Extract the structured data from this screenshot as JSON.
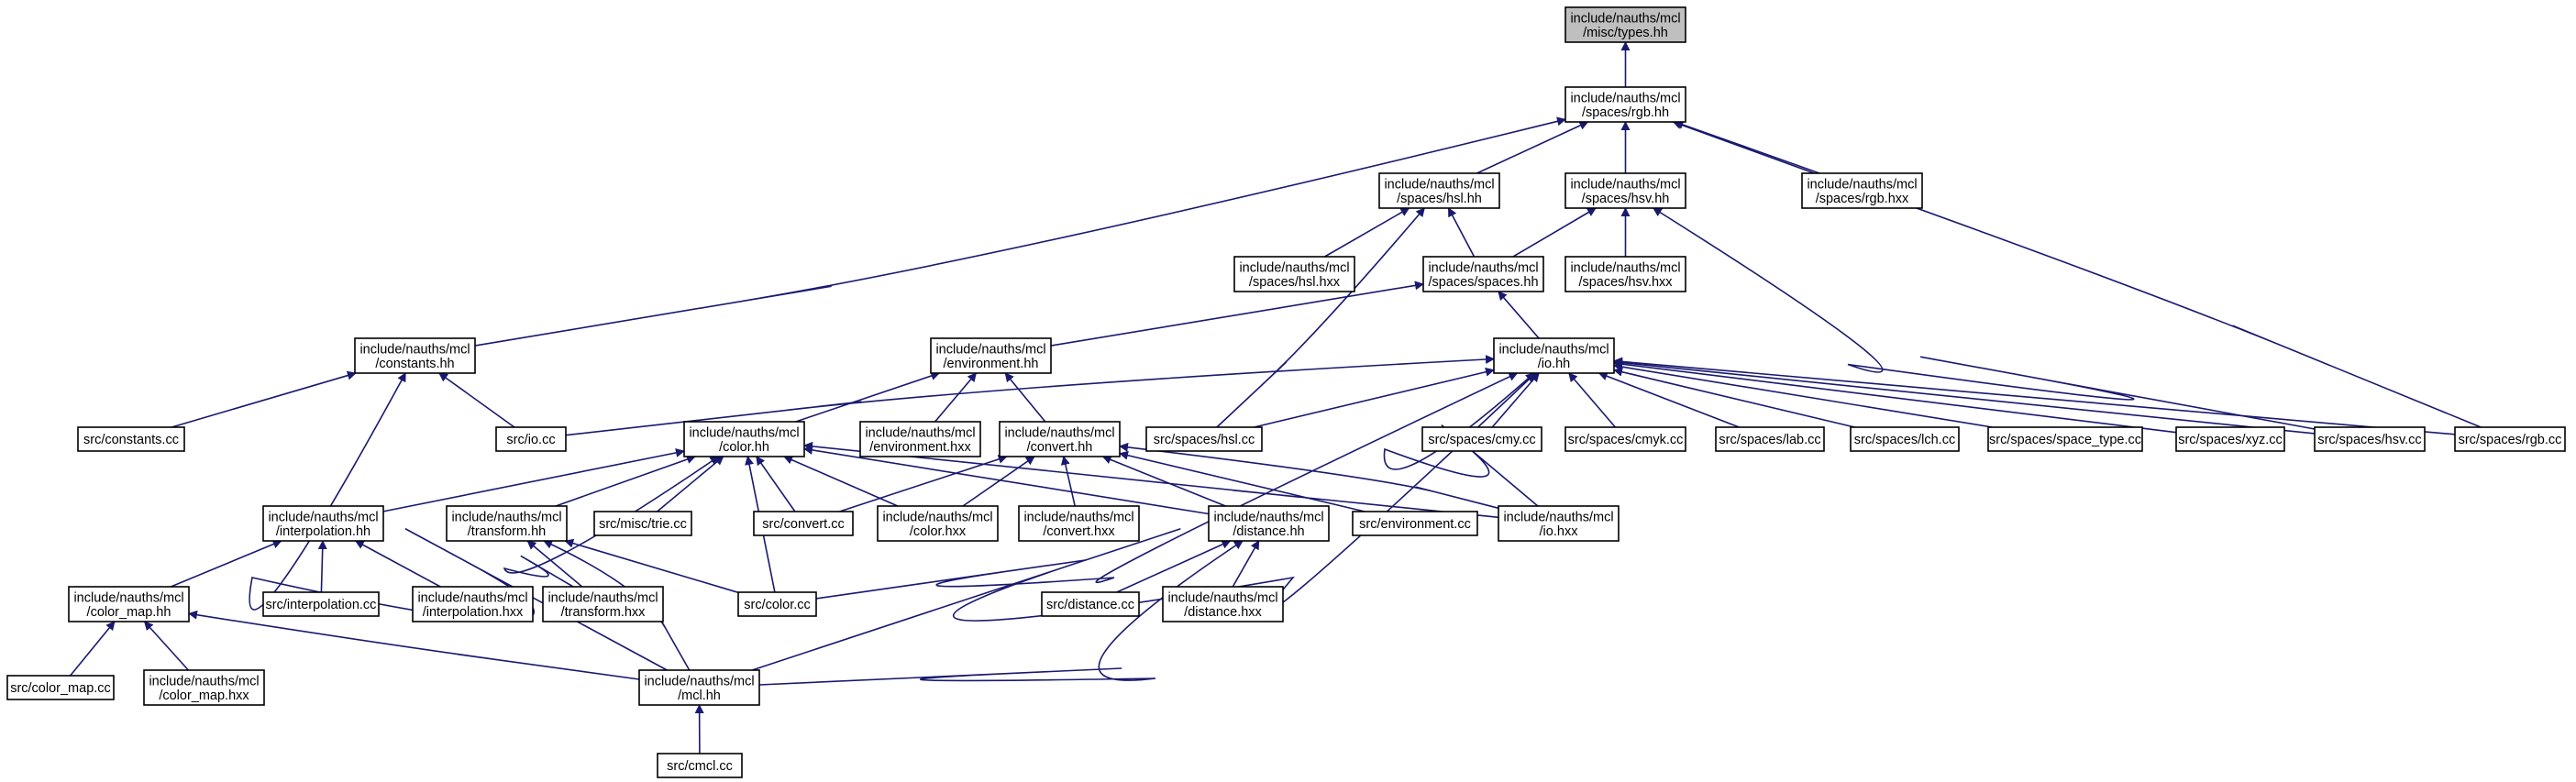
{
  "colors": {
    "edge": "#191970",
    "node_fill": "#ffffff",
    "node_border": "#000000",
    "root_fill": "#bfbfbf"
  },
  "nodes": [
    {
      "id": "types",
      "lines": [
        "include/nauths/mcl",
        "/misc/types.hh"
      ],
      "highlight": true
    },
    {
      "id": "rgb_hh",
      "lines": [
        "include/nauths/mcl",
        "/spaces/rgb.hh"
      ]
    },
    {
      "id": "hsl_hh",
      "lines": [
        "include/nauths/mcl",
        "/spaces/hsl.hh"
      ]
    },
    {
      "id": "hsv_hh",
      "lines": [
        "include/nauths/mcl",
        "/spaces/hsv.hh"
      ]
    },
    {
      "id": "rgb_hxx",
      "lines": [
        "include/nauths/mcl",
        "/spaces/rgb.hxx"
      ]
    },
    {
      "id": "hsl_hxx",
      "lines": [
        "include/nauths/mcl",
        "/spaces/hsl.hxx"
      ]
    },
    {
      "id": "spaces_hh",
      "lines": [
        "include/nauths/mcl",
        "/spaces/spaces.hh"
      ]
    },
    {
      "id": "hsv_hxx",
      "lines": [
        "include/nauths/mcl",
        "/spaces/hsv.hxx"
      ]
    },
    {
      "id": "constants_hh",
      "lines": [
        "include/nauths/mcl",
        "/constants.hh"
      ]
    },
    {
      "id": "environment_hh",
      "lines": [
        "include/nauths/mcl",
        "/environment.hh"
      ]
    },
    {
      "id": "io_hh",
      "lines": [
        "include/nauths/mcl",
        "/io.hh"
      ]
    },
    {
      "id": "constants_cc",
      "lines": [
        "src/constants.cc"
      ]
    },
    {
      "id": "io_cc",
      "lines": [
        "src/io.cc"
      ]
    },
    {
      "id": "color_hh",
      "lines": [
        "include/nauths/mcl",
        "/color.hh"
      ]
    },
    {
      "id": "environment_hxx",
      "lines": [
        "include/nauths/mcl",
        "/environment.hxx"
      ]
    },
    {
      "id": "convert_hh",
      "lines": [
        "include/nauths/mcl",
        "/convert.hh"
      ]
    },
    {
      "id": "hsl_cc",
      "lines": [
        "src/spaces/hsl.cc"
      ]
    },
    {
      "id": "cmy_cc",
      "lines": [
        "src/spaces/cmy.cc"
      ]
    },
    {
      "id": "cmyk_cc",
      "lines": [
        "src/spaces/cmyk.cc"
      ]
    },
    {
      "id": "lab_cc",
      "lines": [
        "src/spaces/lab.cc"
      ]
    },
    {
      "id": "lch_cc",
      "lines": [
        "src/spaces/lch.cc"
      ]
    },
    {
      "id": "space_type_cc",
      "lines": [
        "src/spaces/space_type.cc"
      ]
    },
    {
      "id": "xyz_cc",
      "lines": [
        "src/spaces/xyz.cc"
      ]
    },
    {
      "id": "hsv_cc",
      "lines": [
        "src/spaces/hsv.cc"
      ]
    },
    {
      "id": "rgb_cc",
      "lines": [
        "src/spaces/rgb.cc"
      ]
    },
    {
      "id": "interpolation_hh",
      "lines": [
        "include/nauths/mcl",
        "/interpolation.hh"
      ]
    },
    {
      "id": "transform_hh",
      "lines": [
        "include/nauths/mcl",
        "/transform.hh"
      ]
    },
    {
      "id": "trie_cc",
      "lines": [
        "src/misc/trie.cc"
      ]
    },
    {
      "id": "convert_cc",
      "lines": [
        "src/convert.cc"
      ]
    },
    {
      "id": "color_hxx",
      "lines": [
        "include/nauths/mcl",
        "/color.hxx"
      ]
    },
    {
      "id": "convert_hxx",
      "lines": [
        "include/nauths/mcl",
        "/convert.hxx"
      ]
    },
    {
      "id": "distance_hh",
      "lines": [
        "include/nauths/mcl",
        "/distance.hh"
      ]
    },
    {
      "id": "environment_cc",
      "lines": [
        "src/environment.cc"
      ]
    },
    {
      "id": "io_hxx",
      "lines": [
        "include/nauths/mcl",
        "/io.hxx"
      ]
    },
    {
      "id": "color_map_hh",
      "lines": [
        "include/nauths/mcl",
        "/color_map.hh"
      ]
    },
    {
      "id": "interpolation_cc",
      "lines": [
        "src/interpolation.cc"
      ]
    },
    {
      "id": "interpolation_hxx",
      "lines": [
        "include/nauths/mcl",
        "/interpolation.hxx"
      ]
    },
    {
      "id": "transform_hxx",
      "lines": [
        "include/nauths/mcl",
        "/transform.hxx"
      ]
    },
    {
      "id": "color_cc",
      "lines": [
        "src/color.cc"
      ]
    },
    {
      "id": "distance_cc",
      "lines": [
        "src/distance.cc"
      ]
    },
    {
      "id": "distance_hxx",
      "lines": [
        "include/nauths/mcl",
        "/distance.hxx"
      ]
    },
    {
      "id": "color_map_cc",
      "lines": [
        "src/color_map.cc"
      ]
    },
    {
      "id": "color_map_hxx",
      "lines": [
        "include/nauths/mcl",
        "/color_map.hxx"
      ]
    },
    {
      "id": "mcl_hh",
      "lines": [
        "include/nauths/mcl",
        "/mcl.hh"
      ]
    },
    {
      "id": "cmcl_cc",
      "lines": [
        "src/cmcl.cc"
      ]
    }
  ],
  "edges": [
    [
      "types",
      "rgb_hh"
    ],
    [
      "rgb_hh",
      "hsl_hh"
    ],
    [
      "rgb_hh",
      "hsv_hh"
    ],
    [
      "rgb_hh",
      "rgb_hxx"
    ],
    [
      "rgb_hh",
      "constants_hh"
    ],
    [
      "rgb_hh",
      "rgb_cc"
    ],
    [
      "hsl_hh",
      "hsl_hxx"
    ],
    [
      "hsl_hh",
      "spaces_hh"
    ],
    [
      "hsl_hh",
      "hsl_cc"
    ],
    [
      "hsv_hh",
      "spaces_hh"
    ],
    [
      "hsv_hh",
      "hsv_hxx"
    ],
    [
      "hsv_hh",
      "hsv_cc"
    ],
    [
      "spaces_hh",
      "environment_hh"
    ],
    [
      "spaces_hh",
      "io_hh"
    ],
    [
      "constants_hh",
      "constants_cc"
    ],
    [
      "constants_hh",
      "io_cc"
    ],
    [
      "constants_hh",
      "mcl_hh"
    ],
    [
      "environment_hh",
      "color_hh"
    ],
    [
      "environment_hh",
      "environment_hxx"
    ],
    [
      "environment_hh",
      "convert_hh"
    ],
    [
      "io_hh",
      "io_cc"
    ],
    [
      "io_hh",
      "hsl_cc"
    ],
    [
      "io_hh",
      "cmy_cc"
    ],
    [
      "io_hh",
      "cmyk_cc"
    ],
    [
      "io_hh",
      "lab_cc"
    ],
    [
      "io_hh",
      "lch_cc"
    ],
    [
      "io_hh",
      "space_type_cc"
    ],
    [
      "io_hh",
      "xyz_cc"
    ],
    [
      "io_hh",
      "hsv_cc"
    ],
    [
      "io_hh",
      "rgb_cc"
    ],
    [
      "io_hh",
      "color_cc"
    ],
    [
      "io_hh",
      "io_hxx"
    ],
    [
      "io_hh",
      "mcl_hh"
    ],
    [
      "color_hh",
      "interpolation_hh"
    ],
    [
      "color_hh",
      "transform_hh"
    ],
    [
      "color_hh",
      "trie_cc"
    ],
    [
      "color_hh",
      "convert_cc"
    ],
    [
      "color_hh",
      "color_hxx"
    ],
    [
      "color_hh",
      "distance_hh"
    ],
    [
      "color_hh",
      "io_hxx"
    ],
    [
      "color_hh",
      "color_cc"
    ],
    [
      "color_hh",
      "transform_hxx"
    ],
    [
      "convert_hh",
      "convert_cc"
    ],
    [
      "convert_hh",
      "color_hxx"
    ],
    [
      "convert_hh",
      "convert_hxx"
    ],
    [
      "convert_hh",
      "distance_hh"
    ],
    [
      "convert_hh",
      "environment_cc"
    ],
    [
      "convert_hh",
      "io_hxx"
    ],
    [
      "interpolation_hh",
      "color_map_hh"
    ],
    [
      "interpolation_hh",
      "interpolation_cc"
    ],
    [
      "interpolation_hh",
      "interpolation_hxx"
    ],
    [
      "transform_hh",
      "transform_hxx"
    ],
    [
      "transform_hh",
      "color_cc"
    ],
    [
      "transform_hh",
      "mcl_hh"
    ],
    [
      "distance_hh",
      "distance_cc"
    ],
    [
      "distance_hh",
      "distance_hxx"
    ],
    [
      "distance_hh",
      "mcl_hh"
    ],
    [
      "color_map_hh",
      "color_map_cc"
    ],
    [
      "color_map_hh",
      "color_map_hxx"
    ],
    [
      "color_map_hh",
      "mcl_hh"
    ],
    [
      "mcl_hh",
      "cmcl_cc"
    ]
  ]
}
